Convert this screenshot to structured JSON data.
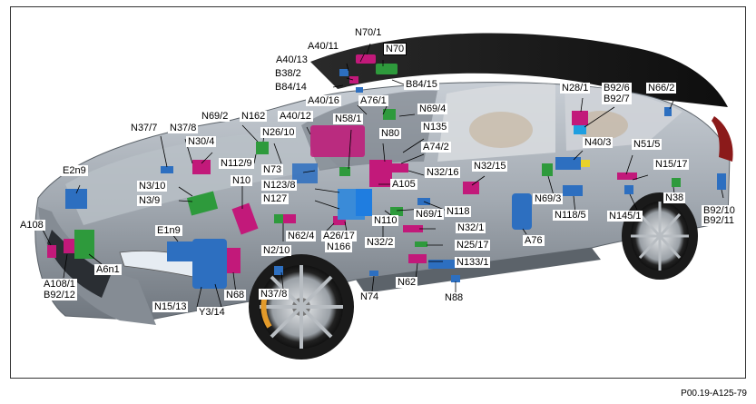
{
  "doc_code": "P00.19-A125-79",
  "labels": [
    "N70/1",
    "A40/11",
    "N70",
    "A40/13",
    "B38/2",
    "B84/14",
    "B84/15",
    "A40/16",
    "A76/1",
    "N69/4",
    "N28/1",
    "B92/6",
    "B92/7",
    "N66/2",
    "N69/2",
    "N162",
    "A40/12",
    "N58/1",
    "N135",
    "N37/7",
    "N37/8",
    "N26/10",
    "N80",
    "A74/2",
    "N30/4",
    "N112/9",
    "N73",
    "N32/16",
    "N40/3",
    "N51/5",
    "E2n9",
    "N15/17",
    "N32/15",
    "N3/10",
    "N123/8",
    "N3/9",
    "N10",
    "N127",
    "A105",
    "N118",
    "N69/3",
    "N118/5",
    "N38",
    "N69/1",
    "N145/1",
    "N110",
    "N32/1",
    "B92/10",
    "B92/11",
    "A108",
    "E1n9",
    "N62/4",
    "A26/17",
    "N166",
    "N32/2",
    "N25/17",
    "A76",
    "N2/10",
    "N133/1",
    "A108/1",
    "A6n1",
    "B92/12",
    "N68",
    "N15/13",
    "Y3/14",
    "N37/8",
    "N62",
    "N74",
    "N88"
  ],
  "colors": {
    "magenta": "#c2197a",
    "green": "#2e9a3c",
    "blue": "#2d6fc0",
    "car_silver": "#a9b0b8",
    "roof_black": "#151515"
  }
}
